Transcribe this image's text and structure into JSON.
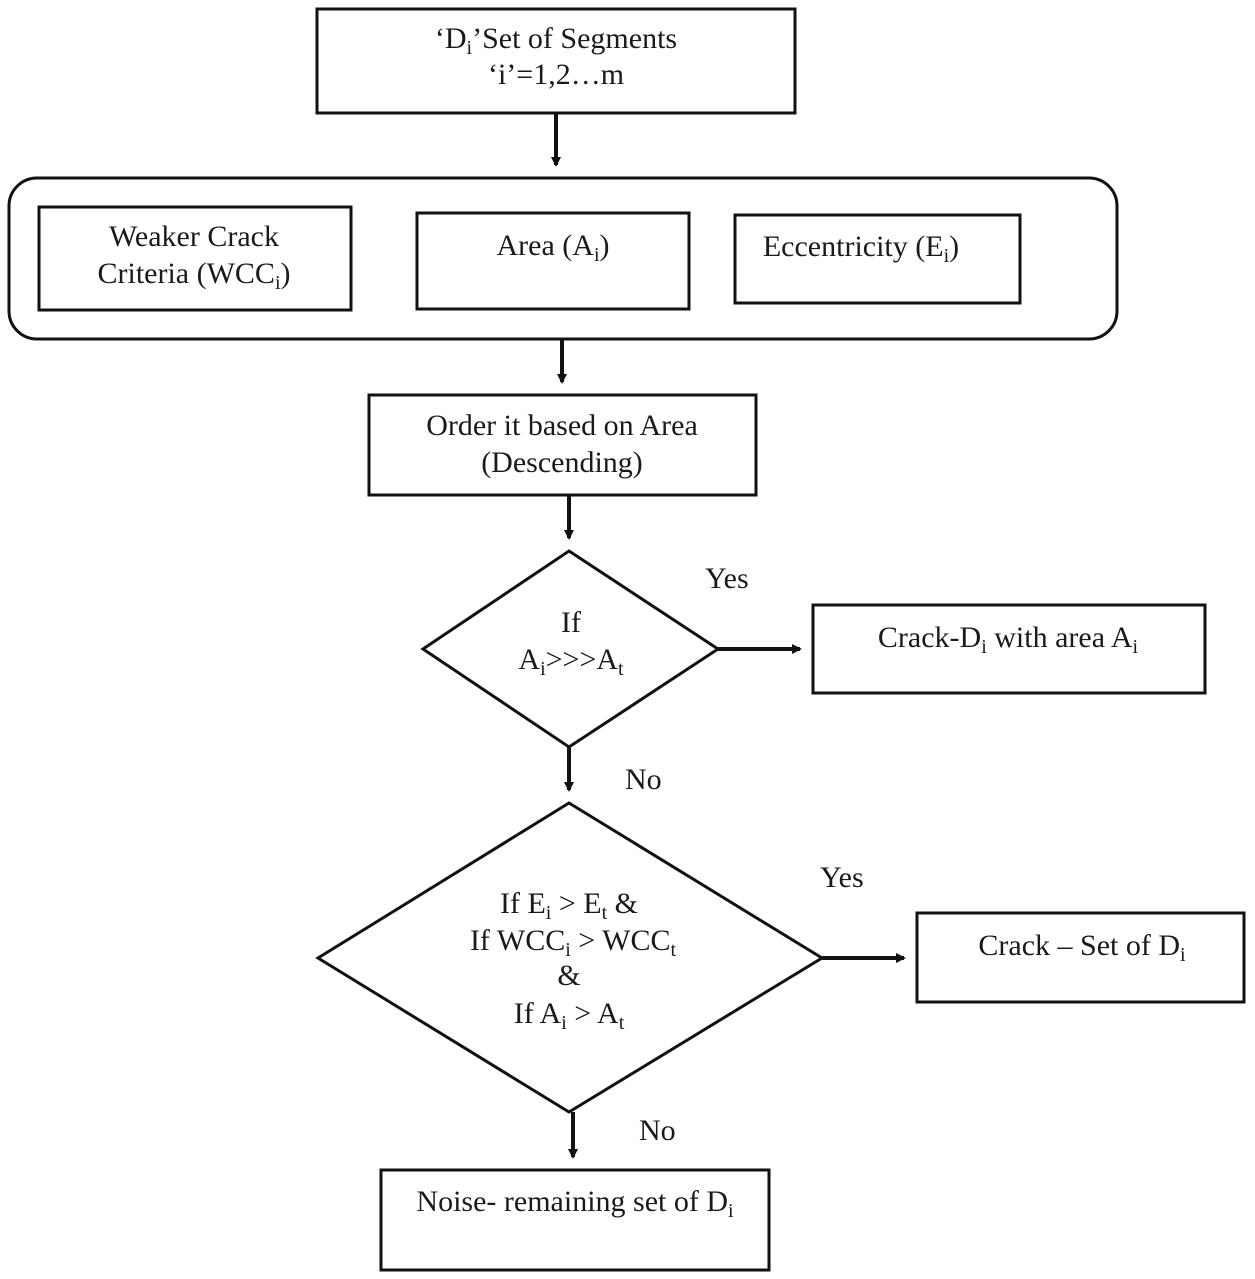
{
  "nodes": {
    "start": {
      "line1": {
        "a": "‘D",
        "b": "i",
        "c": "’Set of  Segments"
      },
      "line2": "‘i’=1,2…m"
    },
    "wcc": {
      "line1": "Weaker Crack",
      "line2": {
        "a": "Criteria (WCC",
        "b": "i",
        "c": ")"
      }
    },
    "area": {
      "a": "Area (A",
      "b": "i",
      "c": ")"
    },
    "eccentricity": {
      "a": "Eccentricity (E",
      "b": "i",
      "c": ")"
    },
    "order": {
      "line1": "Order it based on Area",
      "line2": "(Descending)"
    },
    "decision1": {
      "line1": "If",
      "line2": {
        "a": "A",
        "b": "i",
        "c": ">>>A",
        "d": "t"
      }
    },
    "crack_area": {
      "a": "Crack-D",
      "b": "i",
      "c": " with area A",
      "d": "i"
    },
    "decision2": {
      "line1": {
        "a": "If  E",
        "b": "i",
        "c": " > E",
        "d": "t",
        "e": " &"
      },
      "line2": {
        "a": "If   WCC",
        "b": "i",
        "c": " > WCC",
        "d": "t"
      },
      "line3": "&",
      "line4": {
        "a": "If A",
        "b": "i",
        "c": " > A",
        "d": "t"
      }
    },
    "crack_set": {
      "a": "Crack – Set of  D",
      "b": "i"
    },
    "noise": {
      "a": "Noise- remaining set of D",
      "b": "i"
    }
  },
  "edge_labels": {
    "yes_1": "Yes",
    "no_1": "No",
    "yes_2": "Yes",
    "no_2": "No"
  }
}
